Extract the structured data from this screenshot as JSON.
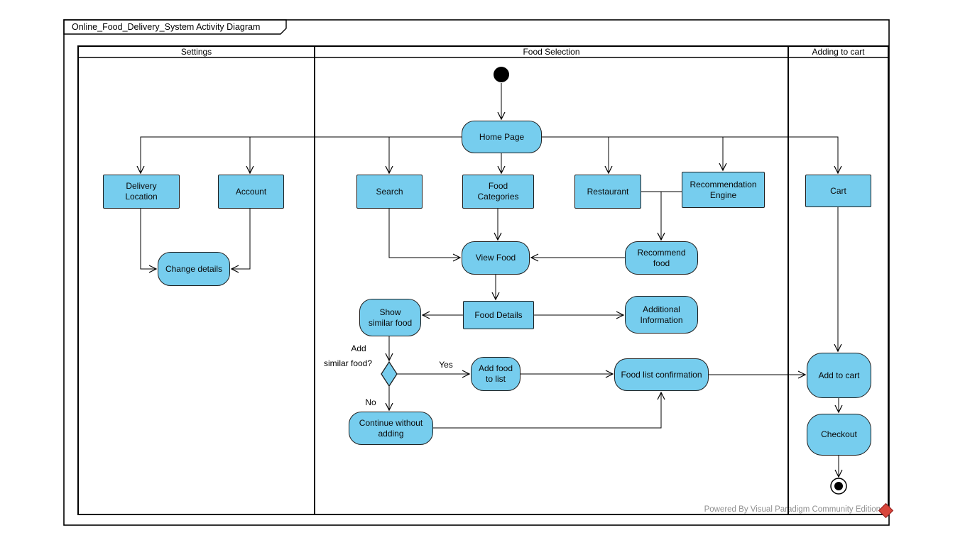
{
  "title": "Online_Food_Delivery_System Activity Diagram",
  "diagram_type": "uml-activity-diagram",
  "colors": {
    "node_fill": "#76CDEE",
    "node_border": "#1f1f1f",
    "line": "#000000",
    "watermark_text": "#8f8f8f",
    "logo_red": "#d8463c",
    "initial_final": "#000000"
  },
  "lanes": [
    {
      "label": "Settings"
    },
    {
      "label": "Food Selection"
    },
    {
      "label": "Adding to cart"
    }
  ],
  "nodes": {
    "initial": {
      "type": "initial-node"
    },
    "home_page": {
      "label": "Home Page",
      "shape": "rounded"
    },
    "delivery_location": {
      "label": "Delivery\nLocation",
      "shape": "rect"
    },
    "account": {
      "label": "Account",
      "shape": "rect"
    },
    "search": {
      "label": "Search",
      "shape": "rect"
    },
    "food_categories": {
      "label": "Food\nCategories",
      "shape": "rect"
    },
    "restaurant": {
      "label": "Restaurant",
      "shape": "rect"
    },
    "recommendation_engine": {
      "label": "Recommendation\nEngine",
      "shape": "rect"
    },
    "cart": {
      "label": "Cart",
      "shape": "rect"
    },
    "change_details": {
      "label": "Change details",
      "shape": "rounded"
    },
    "view_food": {
      "label": "View Food",
      "shape": "rounded"
    },
    "recommend_food": {
      "label": "Recommend\nfood",
      "shape": "rounded"
    },
    "show_similar_food": {
      "label": "Show\nsimilar food",
      "shape": "rounded"
    },
    "food_details": {
      "label": "Food Details",
      "shape": "rect"
    },
    "additional_information": {
      "label": "Additional\nInformation",
      "shape": "rounded"
    },
    "decision": {
      "type": "decision-diamond",
      "question_line1": "Add",
      "question_line2": "similar food?"
    },
    "add_food_to_list": {
      "label": "Add food\nto list",
      "shape": "rounded"
    },
    "food_list_confirmation": {
      "label": "Food list confirmation",
      "shape": "rounded"
    },
    "continue_without_adding": {
      "label": "Continue without\nadding",
      "shape": "rounded"
    },
    "add_to_cart": {
      "label": "Add to cart",
      "shape": "rounded"
    },
    "checkout": {
      "label": "Checkout",
      "shape": "rounded"
    },
    "final": {
      "type": "final-node"
    }
  },
  "edge_labels": {
    "yes": "Yes",
    "no": "No"
  },
  "edges": [
    {
      "from": "initial",
      "to": "home_page"
    },
    {
      "from": "home_page",
      "to": "delivery_location"
    },
    {
      "from": "home_page",
      "to": "account"
    },
    {
      "from": "home_page",
      "to": "search"
    },
    {
      "from": "home_page",
      "to": "food_categories"
    },
    {
      "from": "home_page",
      "to": "restaurant"
    },
    {
      "from": "home_page",
      "to": "recommendation_engine"
    },
    {
      "from": "home_page",
      "to": "cart"
    },
    {
      "from": "delivery_location",
      "to": "change_details"
    },
    {
      "from": "account",
      "to": "change_details"
    },
    {
      "from": "search",
      "to": "view_food"
    },
    {
      "from": "food_categories",
      "to": "view_food"
    },
    {
      "from": "restaurant",
      "to": "recommend_food"
    },
    {
      "from": "recommendation_engine",
      "to": "recommend_food"
    },
    {
      "from": "recommend_food",
      "to": "view_food"
    },
    {
      "from": "view_food",
      "to": "food_details"
    },
    {
      "from": "food_details",
      "to": "show_similar_food"
    },
    {
      "from": "food_details",
      "to": "additional_information"
    },
    {
      "from": "show_similar_food",
      "to": "decision"
    },
    {
      "from": "decision",
      "to": "add_food_to_list",
      "label": "Yes"
    },
    {
      "from": "decision",
      "to": "continue_without_adding",
      "label": "No"
    },
    {
      "from": "add_food_to_list",
      "to": "food_list_confirmation"
    },
    {
      "from": "continue_without_adding",
      "to": "food_list_confirmation"
    },
    {
      "from": "food_list_confirmation",
      "to": "add_to_cart"
    },
    {
      "from": "cart",
      "to": "add_to_cart"
    },
    {
      "from": "add_to_cart",
      "to": "checkout"
    },
    {
      "from": "checkout",
      "to": "final"
    }
  ],
  "watermark": {
    "text": "Powered By Visual Paradigm Community Edition"
  }
}
